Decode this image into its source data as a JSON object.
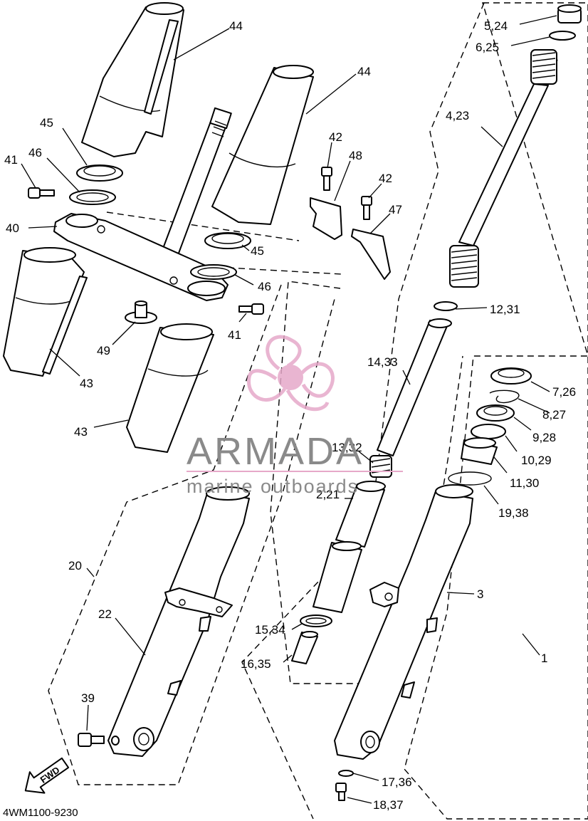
{
  "callouts": {
    "c44a": "44",
    "c44b": "44",
    "c45a": "45",
    "c46a": "46",
    "c41a": "41",
    "c40": "40",
    "c42a": "42",
    "c48": "48",
    "c42b": "42",
    "c47": "47",
    "c45b": "45",
    "c46b": "46",
    "c41b": "41",
    "c49": "49",
    "c43a": "43",
    "c43b": "43",
    "c5_24": "5,24",
    "c6_25": "6,25",
    "c4_23": "4,23",
    "c12_31": "12,31",
    "c14_33": "14,33",
    "c13_32": "13,32",
    "c2_21": "2,21",
    "c7_26": "7,26",
    "c8_27": "8,27",
    "c9_28": "9,28",
    "c10_29": "10,29",
    "c11_30": "11,30",
    "c19_38": "19,38",
    "c3": "3",
    "c1": "1",
    "c20": "20",
    "c22": "22",
    "c15_34": "15,34",
    "c16_35": "16,35",
    "c39": "39",
    "c17_36": "17,36",
    "c18_37": "18,37"
  },
  "fwd_label": "FWD",
  "diagram_code": "4WM1100-9230",
  "watermark": {
    "brand": "ARMADA",
    "tagline": "marine outboards",
    "colors": {
      "logo": "#e6a9c9",
      "text": "#8a8a8a",
      "rule": "#e6a9c9"
    }
  },
  "colors": {
    "line": "#000000",
    "background": "#ffffff"
  }
}
